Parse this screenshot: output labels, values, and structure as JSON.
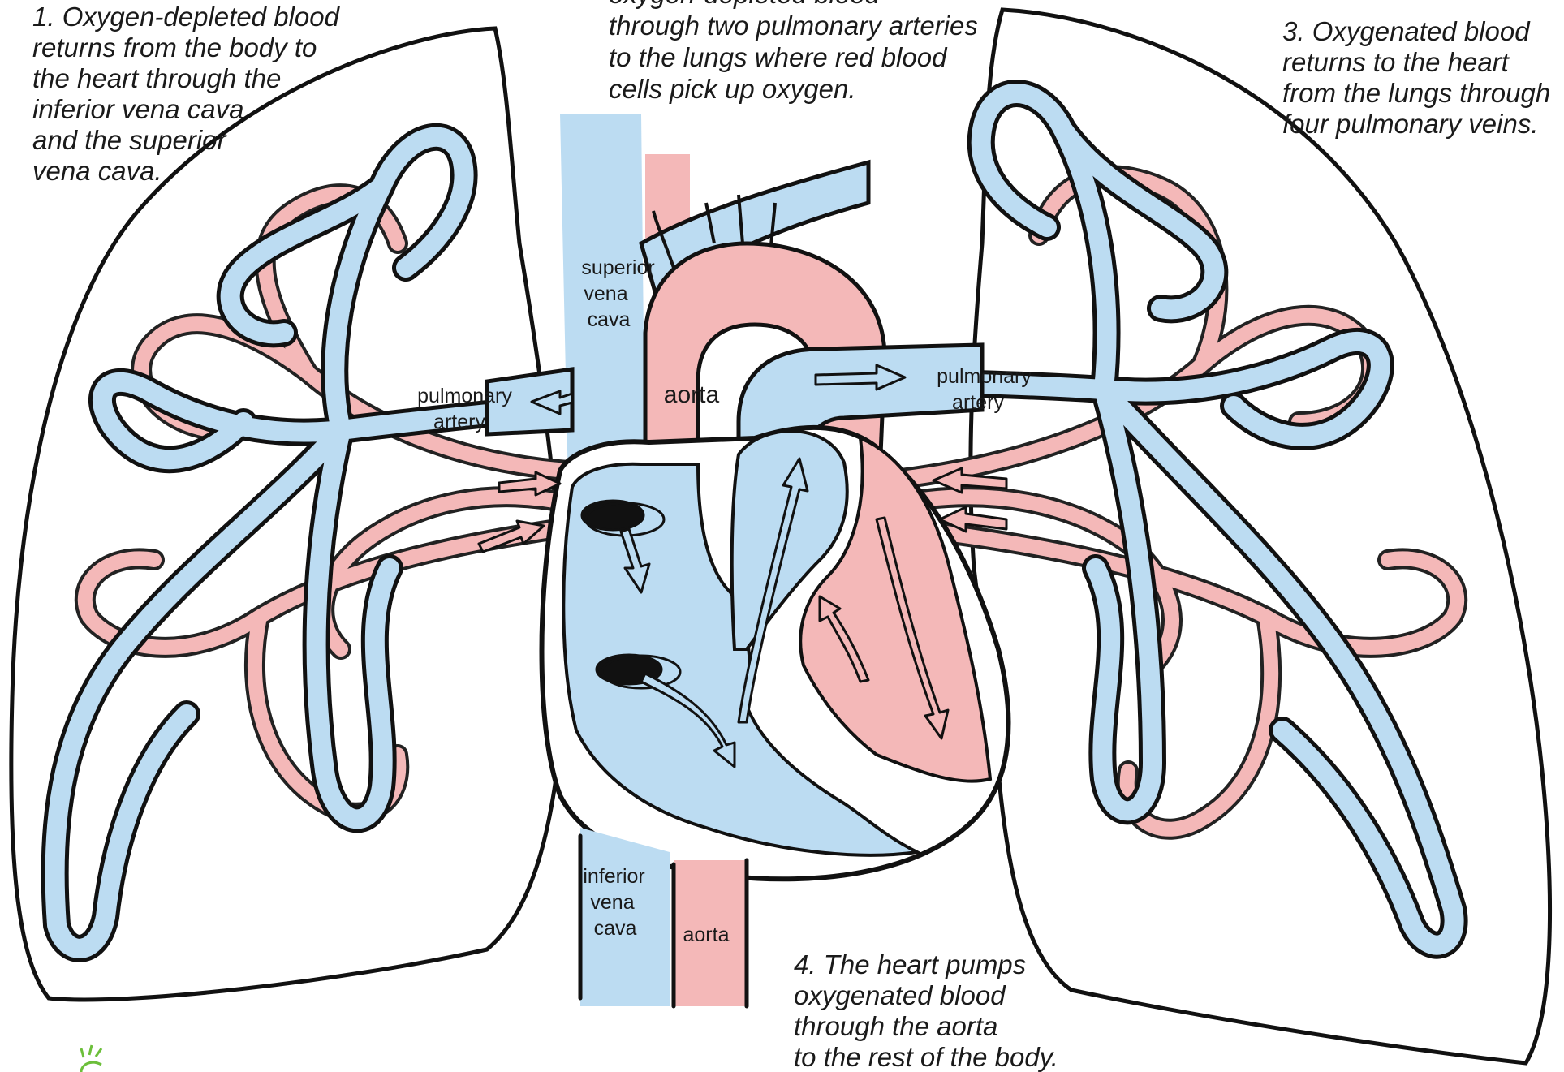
{
  "captions": {
    "step1": [
      "1. Oxygen-depleted blood",
      "returns from the body to",
      "the heart through the",
      "inferior vena cava",
      "and the superior",
      "vena cava."
    ],
    "step2": [
      "oxygen-depleted blood",
      "through two pulmonary arteries",
      "to the lungs where red blood",
      "cells pick up oxygen."
    ],
    "step3": [
      "3. Oxygenated blood",
      "returns to the heart",
      " from the lungs through",
      " four pulmonary veins."
    ],
    "step4": [
      "4. The heart pumps",
      "oxygenated blood",
      " through the aorta",
      "to the rest of the body."
    ]
  },
  "labels": {
    "superior_vena_cava": [
      "superior",
      "vena",
      "cava"
    ],
    "aorta_top": "aorta",
    "pulmonary_artery_left": [
      "pulmonary",
      "artery"
    ],
    "pulmonary_artery_right": [
      "pulmonary",
      "artery"
    ],
    "inferior_vena_cava": [
      "inferior",
      "vena",
      "cava"
    ],
    "aorta_bottom": "aorta"
  },
  "colors": {
    "deoxygenated": "#bcdcf2",
    "oxygenated": "#f4b8b8",
    "outline": "#111111",
    "logo_green": "#6cbf3a"
  }
}
